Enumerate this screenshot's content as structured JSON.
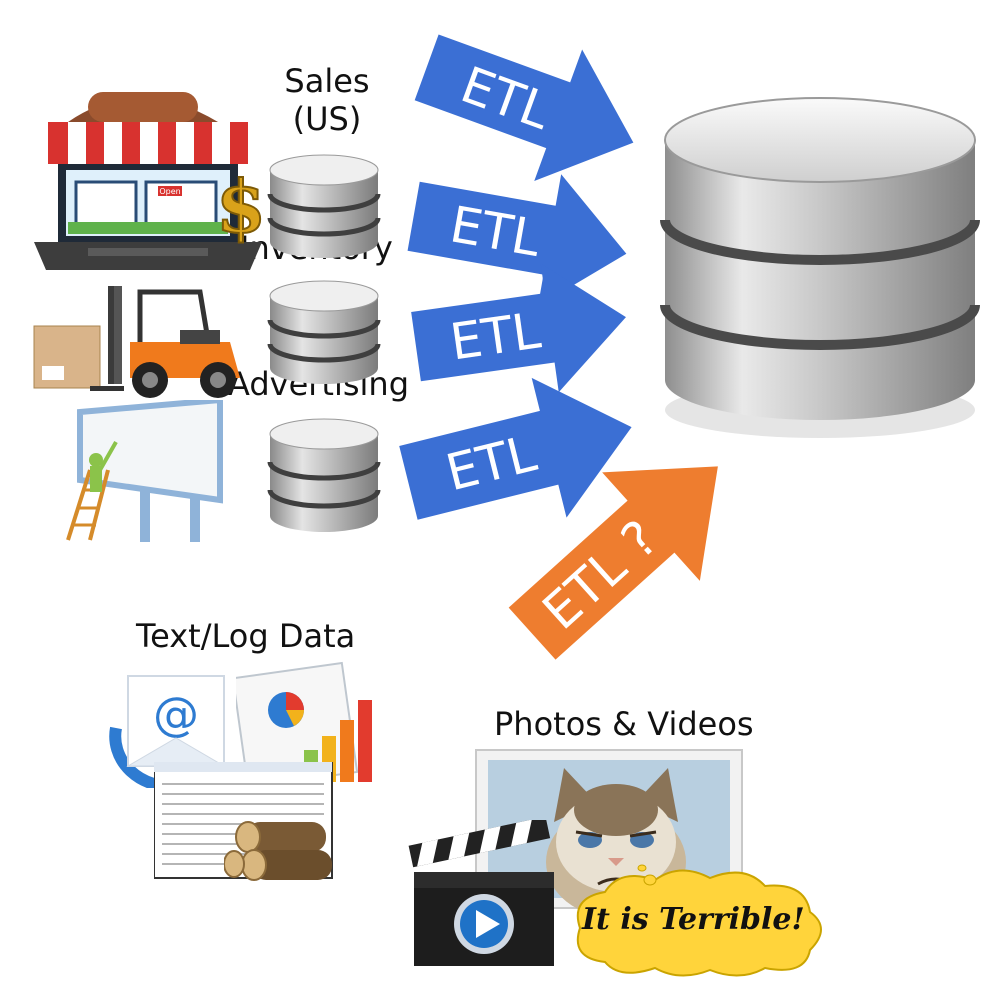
{
  "sources": {
    "sales_label": "Sales\n(US)",
    "inventory_label": "Inventory",
    "advertising_label": "Advertising"
  },
  "arrows": {
    "etl_1": "ETL",
    "etl_2": "ETL",
    "etl_3": "ETL",
    "etl_4": "ETL",
    "etl_question": "ETL ?"
  },
  "unstructured": {
    "text_log_label": "Text/Log Data",
    "photos_videos_label": "Photos & Videos",
    "speech_bubble": "It is Terrible!"
  },
  "store": {
    "sign": "Open"
  },
  "colors": {
    "etl_blue": "#3b6fd4",
    "etl_orange": "#ee7d2f",
    "db_gray": "#b9b9b9",
    "bubble_yellow": "#ffd43b"
  }
}
